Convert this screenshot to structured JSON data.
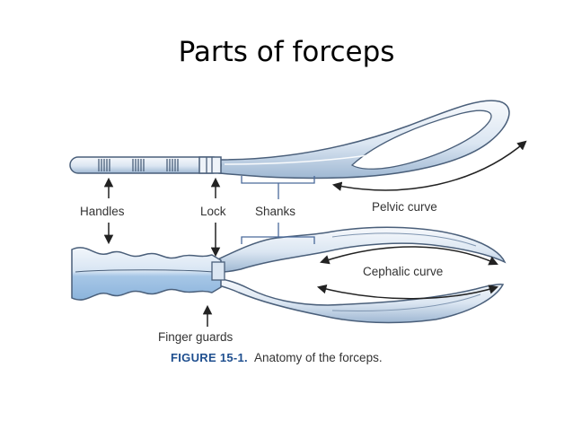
{
  "slide": {
    "title": "Parts of forceps"
  },
  "labels": {
    "handles": "Handles",
    "lock": "Lock",
    "shanks": "Shanks",
    "pelvic_curve": "Pelvic curve",
    "cephalic_curve": "Cephalic curve",
    "finger_guards": "Finger guards"
  },
  "caption": {
    "figure": "FIGURE 15-1.",
    "text": "Anatomy of the forceps."
  },
  "colors": {
    "steel_outline": "#4a5f7a",
    "steel_light": "#eef3f9",
    "steel_blue": "#a9c7e6",
    "arrow": "#222222",
    "caption_accent": "#1f4f8f"
  }
}
